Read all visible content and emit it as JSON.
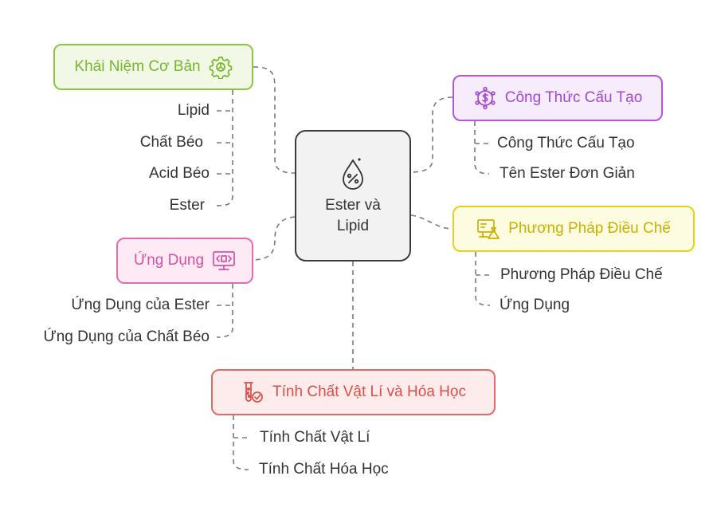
{
  "center": {
    "label_line1": "Ester và",
    "label_line2": "Lipid",
    "icon": "droplet-percent-icon"
  },
  "branches": {
    "khai_niem": {
      "label": "Khái Niệm Cơ Bản",
      "icon": "gear-icon",
      "color": "#8dc63f",
      "leaves": [
        "Lipid",
        "Chất Béo",
        "Acid Béo",
        "Ester"
      ]
    },
    "cong_thuc": {
      "label": "Công Thức Cấu Tạo",
      "icon": "dollar-hex-icon",
      "color": "#b455e3",
      "leaves": [
        "Công Thức Cấu Tạo",
        "Tên Ester Đơn Giản"
      ]
    },
    "phuong_phap": {
      "label": "Phương Pháp Điều Chế",
      "icon": "lab-monitor-icon",
      "color": "#e6d11c",
      "leaves": [
        "Phương Pháp Điều Chế",
        "Ứng Dụng"
      ]
    },
    "ung_dung": {
      "label": "Ứng Dụng",
      "icon": "code-monitor-icon",
      "color": "#e26bb2",
      "leaves": [
        "Ứng Dụng của Ester",
        "Ứng Dụng của Chất Béo"
      ]
    },
    "tinh_chat": {
      "label": "Tính Chất Vật Lí và Hóa Học",
      "icon": "test-tube-check-icon",
      "color": "#e06b66",
      "leaves": [
        "Tính Chất Vật Lí",
        "Tính Chất Hóa Học"
      ]
    }
  }
}
